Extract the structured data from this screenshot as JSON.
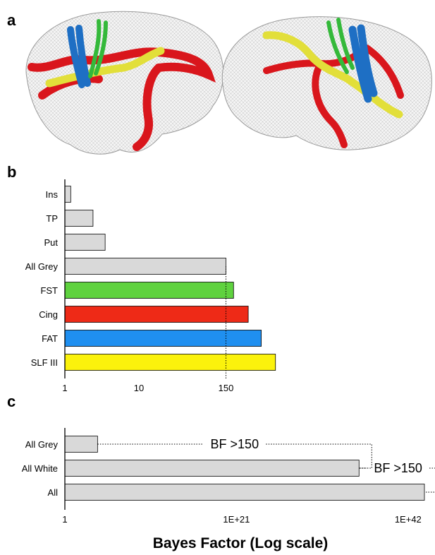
{
  "panels": {
    "a": {
      "label": "a"
    },
    "b": {
      "label": "b"
    },
    "c": {
      "label": "c"
    }
  },
  "colors": {
    "grey_bar": "#d9d9d9",
    "FST": "#5fd23f",
    "Cing": "#ee2a17",
    "FAT": "#1f8ff0",
    "SLF_III": "#fbf20c",
    "tract_red": "#d9161c",
    "tract_yellow": "#e2df3a",
    "tract_blue": "#1e6fc4",
    "tract_green": "#34b93a"
  },
  "brain_images": [
    {
      "name": "left-hemisphere-medial-view",
      "tracts": [
        "red",
        "yellow",
        "blue",
        "green"
      ]
    },
    {
      "name": "right-hemisphere-lateral-view",
      "tracts": [
        "red",
        "yellow",
        "blue",
        "green"
      ]
    }
  ],
  "chart_data": [
    {
      "panel": "b",
      "type": "bar",
      "orientation": "horizontal",
      "scale": "log10",
      "categories": [
        "Ins",
        "TP",
        "Put",
        "All Grey",
        "FST",
        "Cing",
        "FAT",
        "SLF III"
      ],
      "values": [
        1.2,
        2.4,
        3.5,
        150,
        190,
        300,
        450,
        700
      ],
      "bar_colors": [
        "#d9d9d9",
        "#d9d9d9",
        "#d9d9d9",
        "#d9d9d9",
        "#5fd23f",
        "#ee2a17",
        "#1f8ff0",
        "#fbf20c"
      ],
      "xticks": [
        1,
        10,
        150
      ],
      "xtick_labels": [
        "1",
        "10",
        "150"
      ],
      "xlim": [
        1,
        1000
      ],
      "reference_line": 150,
      "grid": false
    },
    {
      "panel": "c",
      "type": "bar",
      "orientation": "horizontal",
      "scale": "log10",
      "categories": [
        "All Grey",
        "All White",
        "All"
      ],
      "values": [
        10000.0,
        1e+36,
        1e+44
      ],
      "bar_colors": [
        "#d9d9d9",
        "#d9d9d9",
        "#d9d9d9"
      ],
      "xticks": [
        1,
        1e+21,
        1e+42
      ],
      "xtick_labels": [
        "1",
        "1E+21",
        "1E+42"
      ],
      "xlim": [
        1,
        1e+44
      ],
      "annotations": [
        "BF >150",
        "BF >150"
      ],
      "xlabel": "Bayes Factor (Log scale)",
      "grid": false
    }
  ]
}
